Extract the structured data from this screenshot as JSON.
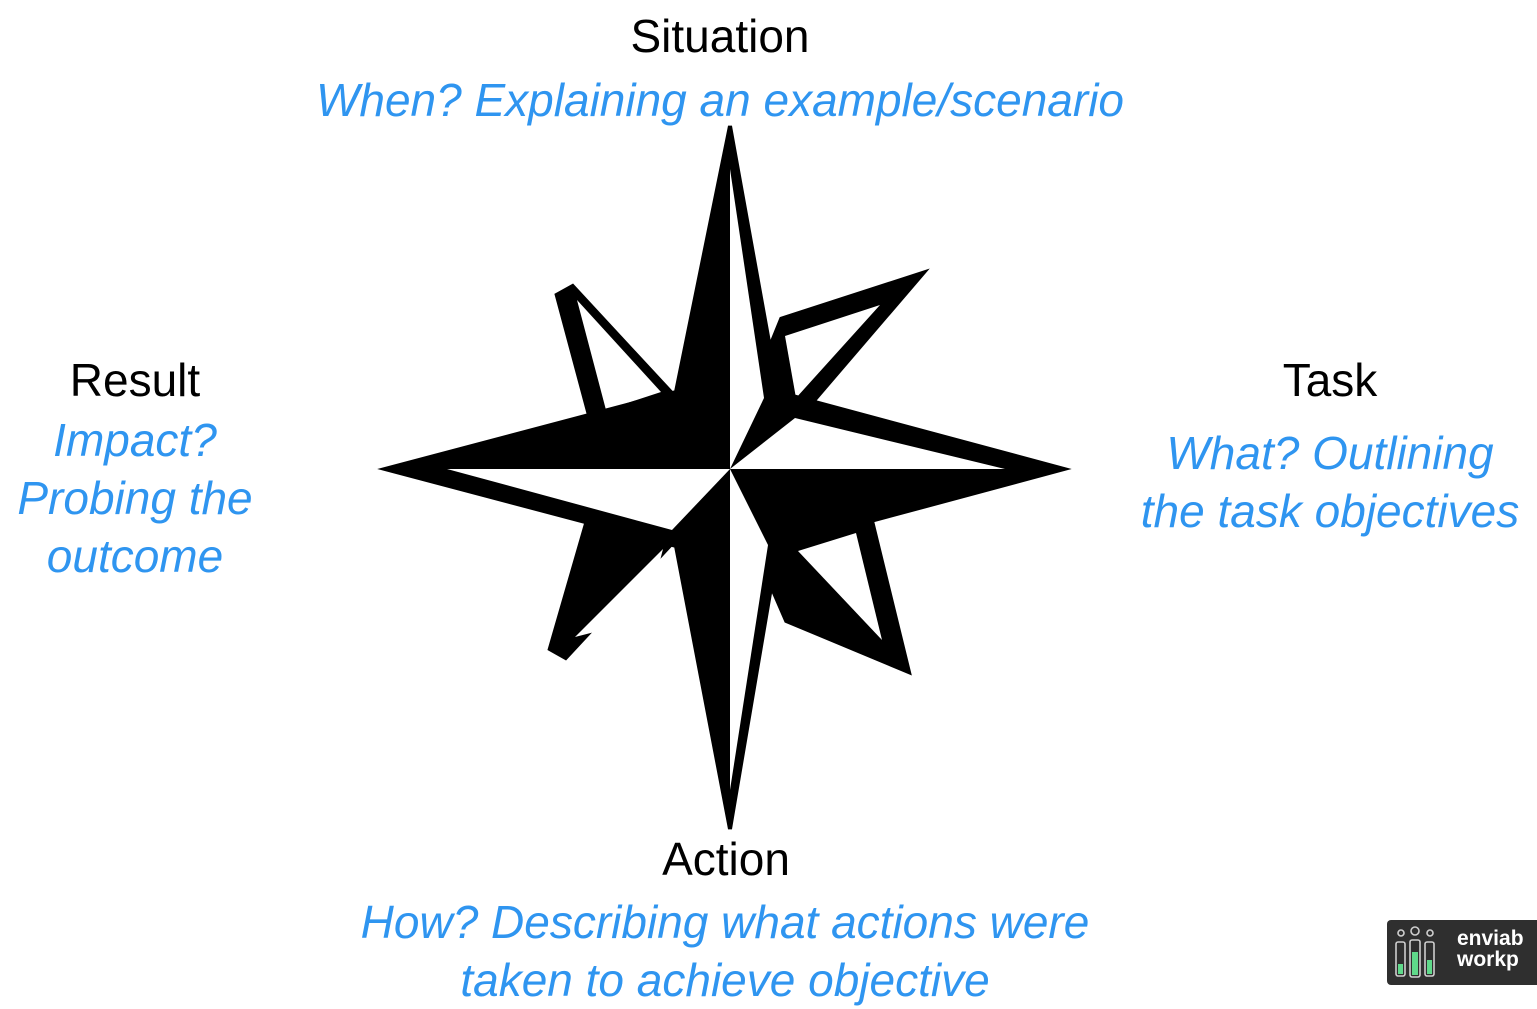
{
  "situation": {
    "title": "Situation",
    "description": "When? Explaining an example/scenario"
  },
  "task": {
    "title": "Task",
    "description": "What? Outlining\nthe task objectives"
  },
  "action": {
    "title": "Action",
    "description": "How? Describing what actions were\ntaken to achieve objective"
  },
  "result": {
    "title": "Result",
    "description": "Impact?\nProbing the\noutcome"
  },
  "logo": {
    "text": "enviab\nworkp"
  },
  "colors": {
    "heading": "#000000",
    "description": "#2f95f0",
    "compass": "#000000",
    "logo_background": "#2f2f2f",
    "logo_accent": "#5fd98a"
  },
  "icons": {
    "center": "compass-rose-icon",
    "logo": "test-tubes-icon"
  }
}
